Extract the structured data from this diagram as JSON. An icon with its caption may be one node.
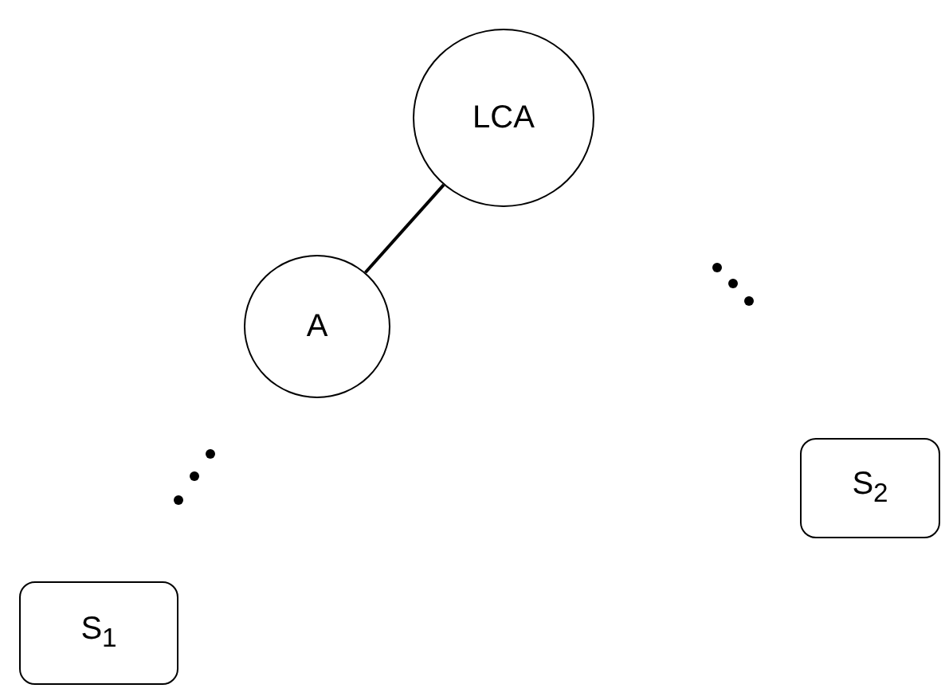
{
  "diagram": {
    "nodes": [
      {
        "text": [
          "LCA"
        ]
      },
      {
        "text": [
          "A"
        ]
      },
      {
        "text": [
          "S$_{2}$"
        ]
      },
      {
        "text": [
          "S$_{1}$"
        ]
      }
    ],
    "edges": [
      {
        "from": 0,
        "to": 1,
        "arrow": "none"
      }
    ]
  }
}
